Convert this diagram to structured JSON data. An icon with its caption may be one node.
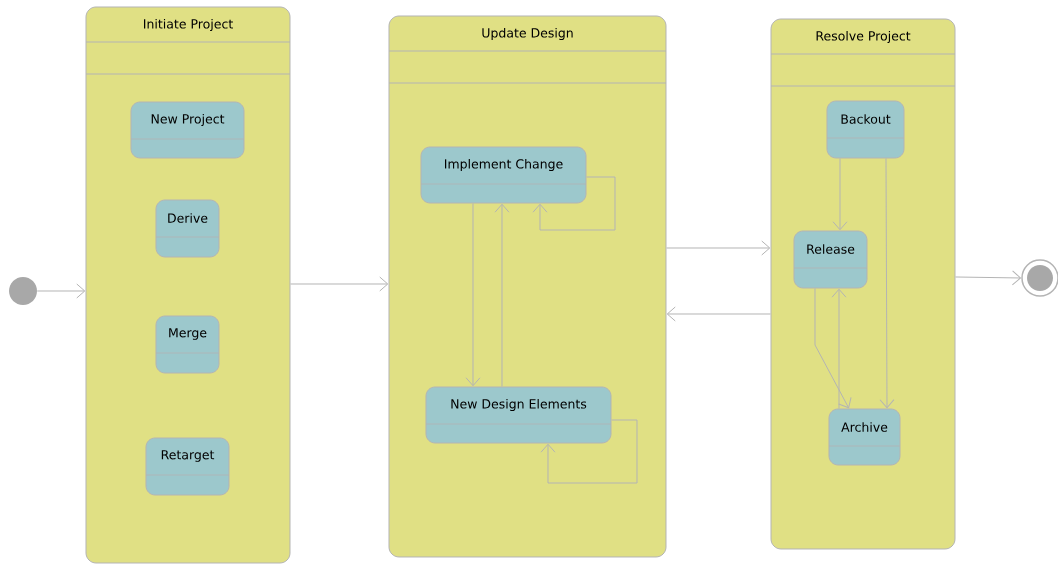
{
  "diagram": {
    "nodes": [
      {
        "text": [],
        "shape": "circle"
      },
      {
        "text": [
          "Initiate Project"
        ]
      },
      {
        "text": [
          "New Project"
        ],
        "in": 1
      },
      {
        "text": [
          "Derive"
        ],
        "in": 1
      },
      {
        "text": [
          "Merge"
        ],
        "in": 1
      },
      {
        "text": [
          "Retarget"
        ],
        "in": 1
      },
      {
        "text": [
          "Update Design"
        ]
      },
      {
        "text": [
          "Implement Change"
        ],
        "in": 6
      },
      {
        "text": [
          "New Design Elements"
        ],
        "in": 6
      },
      {
        "text": [
          "Resolve Project"
        ]
      },
      {
        "text": [
          "Backout"
        ],
        "in": 9
      },
      {
        "text": [
          "Release"
        ],
        "in": 9
      },
      {
        "text": [
          "Archive"
        ],
        "in": 9
      },
      {
        "text": [],
        "shape": "circle"
      }
    ],
    "edges": [
      {
        "from": 0,
        "to": 1,
        "arrow": "to"
      },
      {
        "from": 1,
        "to": 6,
        "arrow": "to"
      },
      {
        "from": 6,
        "to": 9,
        "arrow": "to"
      },
      {
        "from": 9,
        "to": 6,
        "arrow": "to"
      },
      {
        "from": 9,
        "to": 13,
        "arrow": "to"
      },
      {
        "from": 7,
        "to": 8,
        "arrow": "to"
      },
      {
        "from": 8,
        "to": 7,
        "arrow": "to"
      },
      {
        "from": 7,
        "to": 7,
        "arrow": "to"
      },
      {
        "from": 8,
        "to": 8,
        "arrow": "to"
      },
      {
        "from": 10,
        "to": 11,
        "arrow": "to"
      },
      {
        "from": 10,
        "to": 12,
        "arrow": "to"
      },
      {
        "from": 11,
        "to": 12,
        "arrow": "to"
      },
      {
        "from": 12,
        "to": 11,
        "arrow": "to"
      }
    ]
  }
}
